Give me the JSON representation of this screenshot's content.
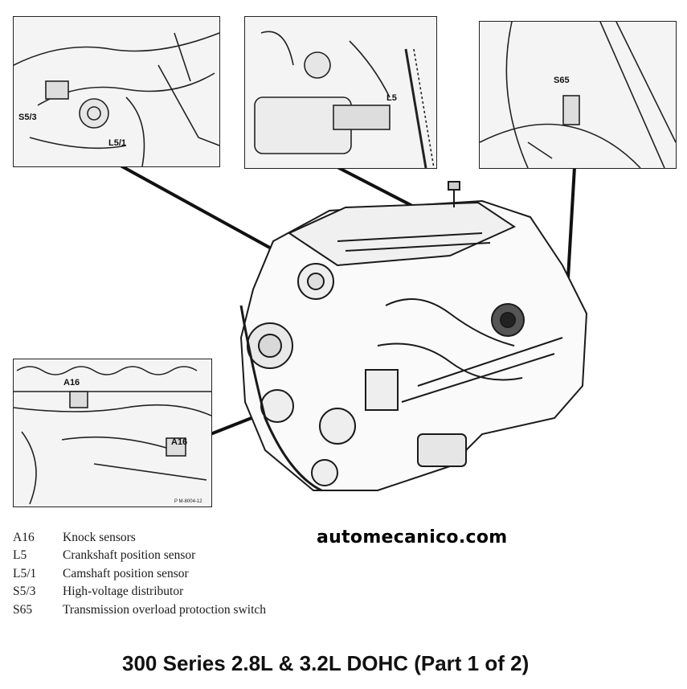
{
  "callouts": {
    "panel_top_left": [
      "S5/3",
      "L5/1"
    ],
    "panel_top_center": [
      "L5"
    ],
    "panel_top_right": [
      "S65"
    ],
    "panel_bottom_left": [
      "A16",
      "A16"
    ],
    "panel_bottom_left_code": "P M-8004-12"
  },
  "legend": [
    {
      "code": "A16",
      "label": "Knock sensors"
    },
    {
      "code": "L5",
      "label": "Crankshaft position sensor"
    },
    {
      "code": "L5/1",
      "label": "Camshaft position sensor"
    },
    {
      "code": "S5/3",
      "label": "High-voltage distributor"
    },
    {
      "code": "S65",
      "label": "Transmission overload protoction switch"
    }
  ],
  "watermark": "automecanico.com",
  "caption": "300 Series 2.8L & 3.2L DOHC (Part 1 of 2)"
}
